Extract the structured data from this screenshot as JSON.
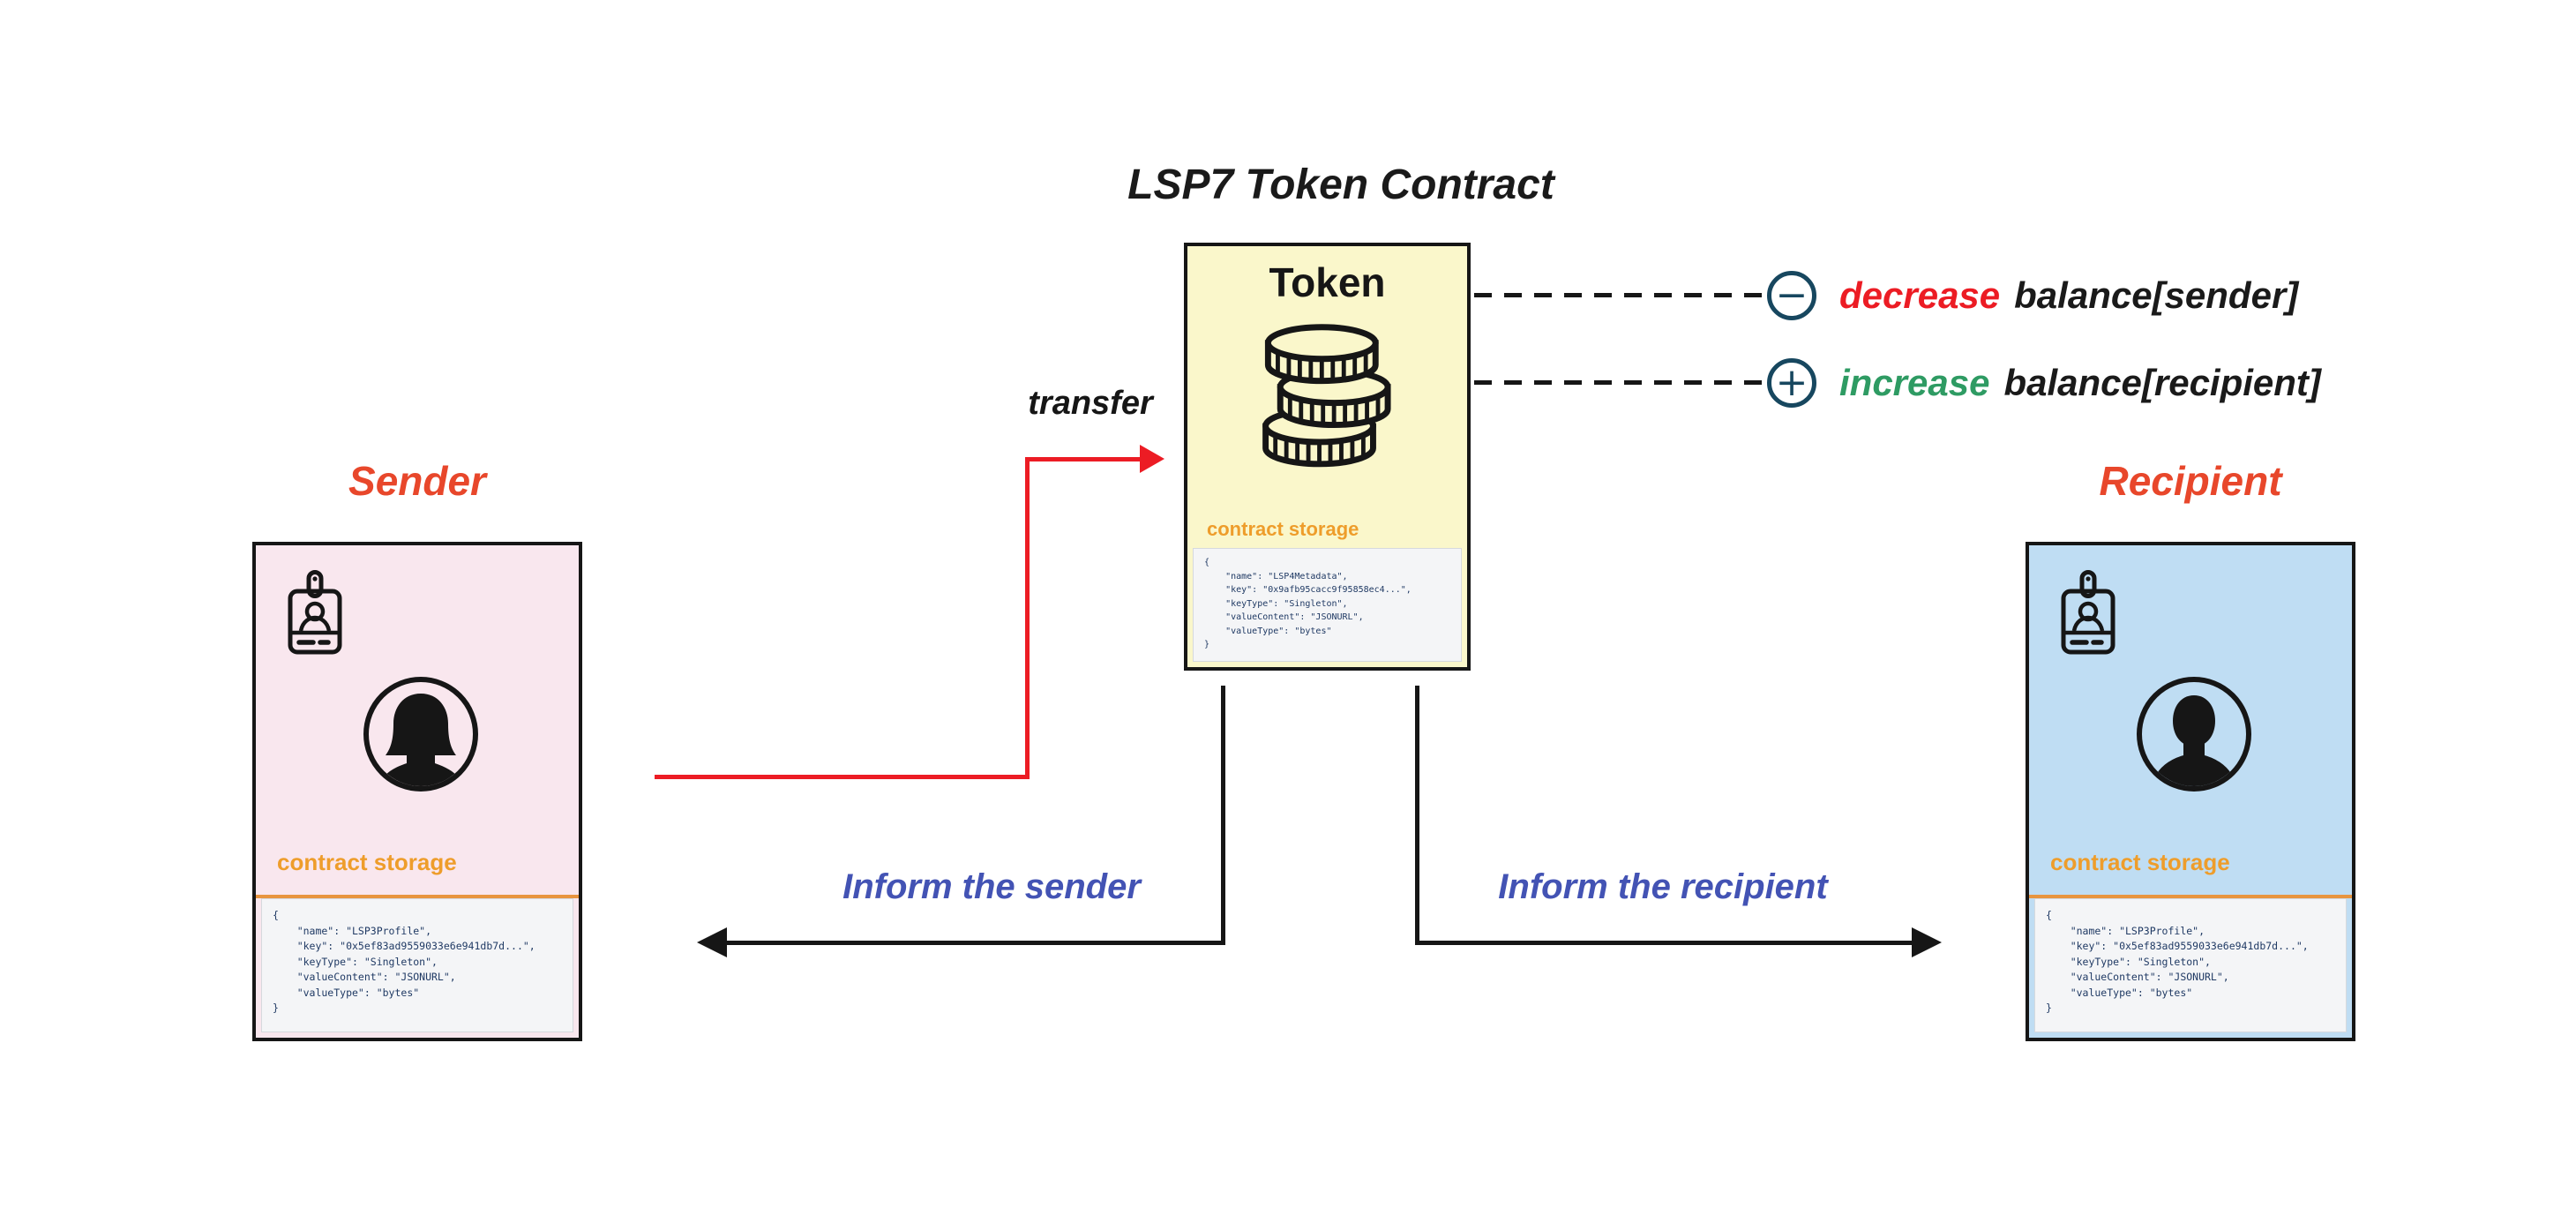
{
  "title": "LSP7 Token Contract",
  "token_box": {
    "heading": "Token",
    "storage_label": "contract storage",
    "storage_json": [
      "{",
      "    \"name\": \"LSP4Metadata\",",
      "    \"key\": \"0x9afb95cacc9f95858ec4...\",",
      "    \"keyType\": \"Singleton\",",
      "    \"valueContent\": \"JSONURL\",",
      "    \"valueType\": \"bytes\"",
      "}"
    ]
  },
  "sender": {
    "label": "Sender",
    "storage_label": "contract storage",
    "storage_json": [
      "{",
      "    \"name\": \"LSP3Profile\",",
      "    \"key\": \"0x5ef83ad9559033e6e941db7d...\",",
      "    \"keyType\": \"Singleton\",",
      "    \"valueContent\": \"JSONURL\",",
      "    \"valueType\": \"bytes\"",
      "}"
    ]
  },
  "recipient": {
    "label": "Recipient",
    "storage_label": "contract storage",
    "storage_json": [
      "{",
      "    \"name\": \"LSP3Profile\",",
      "    \"key\": \"0x5ef83ad9559033e6e941db7d...\",",
      "    \"keyType\": \"Singleton\",",
      "    \"valueContent\": \"JSONURL\",",
      "    \"valueType\": \"bytes\"",
      "}"
    ]
  },
  "arrows": {
    "transfer_label": "transfer",
    "inform_sender_label": "Inform the sender",
    "inform_recipient_label": "Inform the recipient"
  },
  "ops": {
    "decrease": {
      "symbol": "−",
      "action": "decrease",
      "target": "balance[sender]"
    },
    "increase": {
      "symbol": "+",
      "action": "increase",
      "target": "balance[recipient]"
    }
  },
  "icons": {
    "token": "coin-stack",
    "entity_badge": "id-badge",
    "sender_avatar": "female-user-silhouette",
    "recipient_avatar": "male-user-silhouette",
    "decrease_glyph": "minus-circle",
    "increase_glyph": "plus-circle"
  },
  "colors": {
    "token_fill": "#FAF7CB",
    "sender_fill": "#F9E7EE",
    "recipient_fill": "#BFDDF3",
    "code_bg": "#F4F5F7",
    "storage_label": "#EE9D2B",
    "storage_divider": "#E8953F",
    "entity_title": "#E8472B",
    "transfer_arrow": "#EC1C24",
    "decrease_text": "#EC1C24",
    "increase_text": "#2E9B63",
    "inform_label": "#4353B4",
    "op_circle": "#17475F",
    "code_text": "#203A64",
    "line_black": "#161616"
  }
}
